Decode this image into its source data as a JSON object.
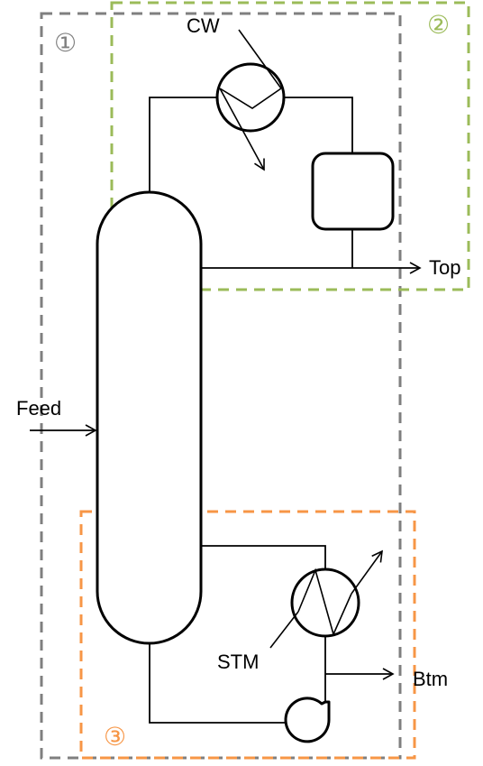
{
  "labels": {
    "cw": "CW",
    "top": "Top",
    "feed": "Feed",
    "stm": "STM",
    "btm": "Btm"
  },
  "zones": [
    {
      "id": "zone-1",
      "marker": "①",
      "color": "#7f7f7f"
    },
    {
      "id": "zone-2",
      "marker": "②",
      "color": "#9bbb59"
    },
    {
      "id": "zone-3",
      "marker": "③",
      "color": "#f79646"
    }
  ]
}
